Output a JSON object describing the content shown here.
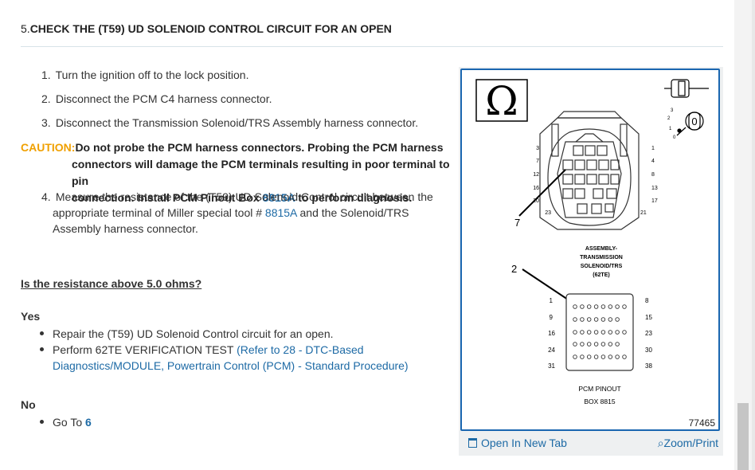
{
  "step": {
    "number": "5.",
    "title": "CHECK THE (T59) UD SOLENOID CONTROL CIRCUIT FOR AN OPEN"
  },
  "instructions": [
    {
      "num": "1.",
      "text": "Turn the ignition off to the lock position."
    },
    {
      "num": "2.",
      "text": "Disconnect the PCM C4 harness connector."
    },
    {
      "num": "3.",
      "text": "Disconnect the Transmission Solenoid/TRS Assembly harness connector."
    }
  ],
  "caution": {
    "label": "CAUTION:",
    "line1": "Do not probe the PCM harness connectors. Probing the PCM harness",
    "line2": "connectors will damage the PCM terminals resulting in poor terminal to pin",
    "line3_pre": "connection. Install PCM Pinout Box ",
    "line3_link": "8815A",
    "line3_post": " to perform diagnosis."
  },
  "step4": {
    "num": "4.",
    "line1": "Measure the resistance of the (T59) UD Solenoid Control circuit between the",
    "line2_pre": "appropriate terminal of Miller special tool # ",
    "line2_link": "8815A",
    "line2_post": " and the Solenoid/TRS",
    "line3": "Assembly harness connector."
  },
  "question": "Is the resistance above 5.0 ohms?",
  "yes": {
    "label": "Yes",
    "bullet1": "Repair the (T59) UD Solenoid Control circuit for an open.",
    "bullet2_pre": "Perform 62TE VERIFICATION TEST ",
    "bullet2_link1": "(Refer to 28 - DTC-Based",
    "bullet2_link2": "Diagnostics/MODULE, Powertrain Control (PCM) - Standard Procedure)"
  },
  "no": {
    "label": "No",
    "bullet_pre": "Go To ",
    "bullet_link": "6"
  },
  "figure": {
    "omega": "Ω",
    "callout_7": "7",
    "callout_2": "2",
    "assembly_label": [
      "ASSEMBLY-",
      "TRANSMISSION",
      "SOLENOID/TRS",
      "(62TE)"
    ],
    "connector_left_nums": [
      "3",
      "7",
      "12",
      "16",
      "20",
      "23"
    ],
    "connector_right_nums": [
      "1",
      "4",
      "8",
      "13",
      "17",
      "21"
    ],
    "pinout_left_nums": [
      "1",
      "9",
      "16",
      "24",
      "31"
    ],
    "pinout_right_nums": [
      "8",
      "15",
      "23",
      "30",
      "38"
    ],
    "pinout_label": [
      "PCM PINOUT",
      "BOX 8815"
    ],
    "figure_id": "77465",
    "open_tab": "Open In New Tab",
    "zoom_print": "Zoom/Print"
  },
  "colors": {
    "link": "#1d6aa5",
    "caution": "#f0a000",
    "figure_border": "#1a66b0"
  }
}
